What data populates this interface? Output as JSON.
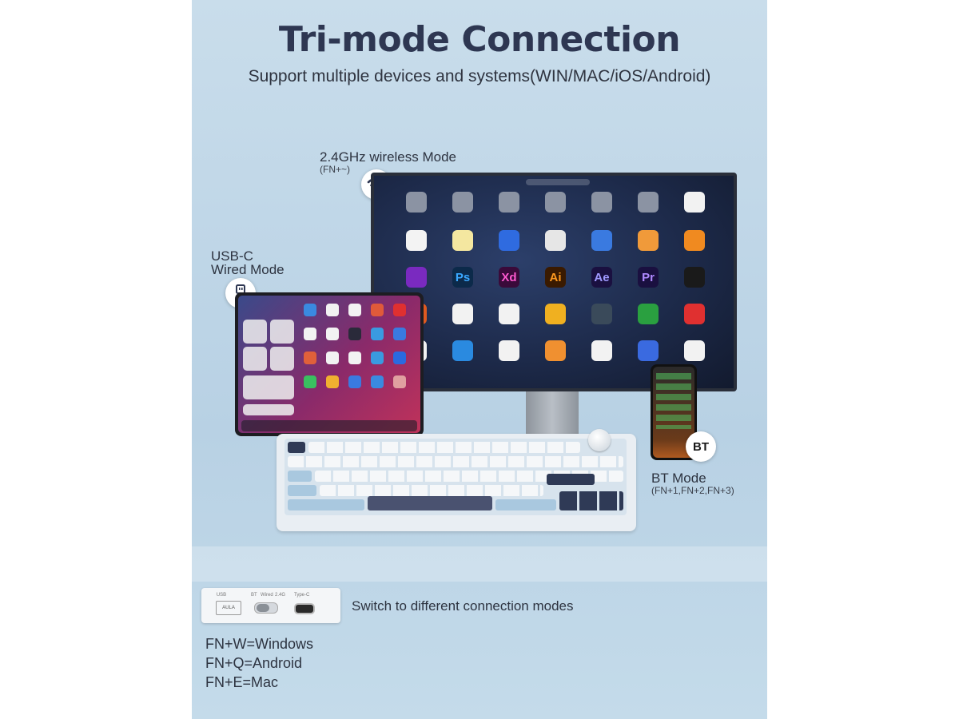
{
  "title": "Tri-mode Connection",
  "subtitle": "Support multiple devices and systems(WIN/MAC/iOS/Android)",
  "wireless": {
    "label": "2.4GHz wireless Mode",
    "shortcut": "(FN+~)",
    "icon": "wifi-icon"
  },
  "wired": {
    "label_line1": "USB-C",
    "label_line2": "Wired Mode",
    "icon": "usb-icon"
  },
  "bluetooth": {
    "badge": "BT",
    "label": "BT Mode",
    "shortcut": "(FN+1,FN+2,FN+3)"
  },
  "switch_panel": {
    "description": "Switch to different connection modes",
    "usb_label": "USB",
    "brand": "AULA",
    "bt_label": "BT",
    "wired_label": "Wired",
    "g24_label": "2.4G",
    "typec_label": "Type-C"
  },
  "os_shortcuts": [
    "FN+W=Windows",
    "FN+Q=Android",
    "FN+E=Mac"
  ],
  "monitor_apps": [
    "Ps",
    "Xd",
    "Ai",
    "Ae",
    "Pr"
  ],
  "colors": {
    "title": "#2e3752",
    "background": "#c4dbea",
    "accent": "#2e3752"
  }
}
